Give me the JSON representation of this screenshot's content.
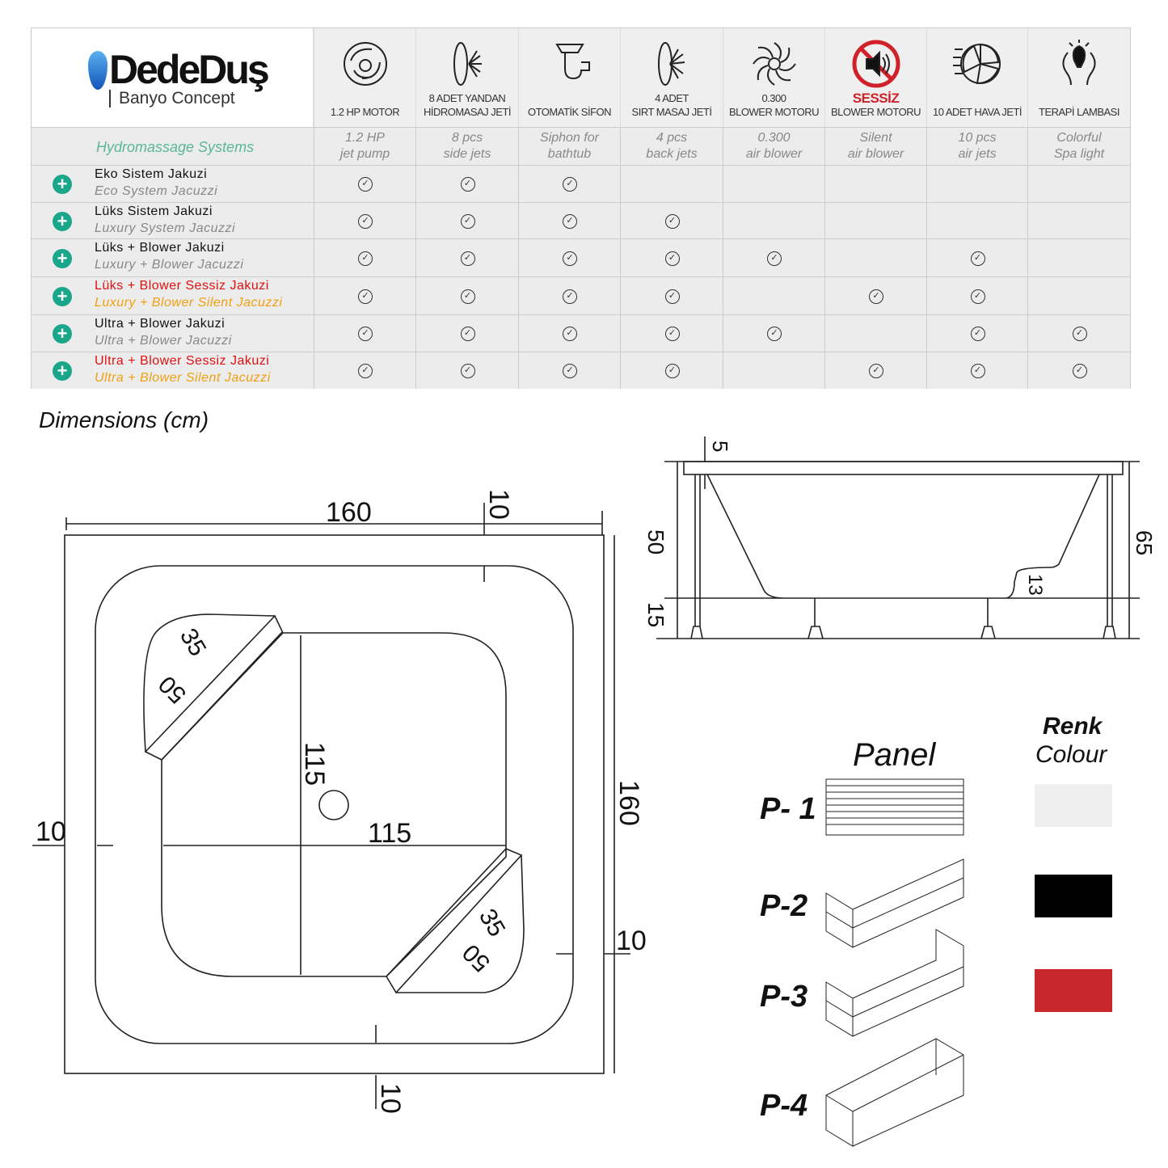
{
  "brand": {
    "name": "DedeDuş",
    "tagline": "Banyo Concept"
  },
  "features": [
    {
      "icon": "motor-icon",
      "tr": "1.2 HP MOTOR",
      "tr_red": "",
      "en1": "1.2 HP",
      "en2": "jet pump"
    },
    {
      "icon": "side-jet-icon",
      "tr": "8 ADET YANDAN\nHİDROMASAJ JETİ",
      "tr_red": "",
      "en1": "8 pcs",
      "en2": "side jets"
    },
    {
      "icon": "siphon-icon",
      "tr": "OTOMATİK SİFON",
      "tr_red": "",
      "en1": "Siphon for",
      "en2": "bathtub"
    },
    {
      "icon": "back-jet-icon",
      "tr": "4 ADET\nSIRT MASAJ JETİ",
      "tr_red": "",
      "en1": "4 pcs",
      "en2": "back jets"
    },
    {
      "icon": "blower-icon",
      "tr": "0.300\nBLOWER MOTORU",
      "tr_red": "",
      "en1": "0.300",
      "en2": "air blower"
    },
    {
      "icon": "silent-icon",
      "tr": "BLOWER MOTORU",
      "tr_red": "SESSİZ",
      "en1": "Silent",
      "en2": "air blower"
    },
    {
      "icon": "air-jet-icon",
      "tr": "10 ADET HAVA JETİ",
      "tr_red": "",
      "en1": "10 pcs",
      "en2": "air jets"
    },
    {
      "icon": "lamp-icon",
      "tr": "TERAPİ LAMBASI",
      "tr_red": "",
      "en1": "Colorful",
      "en2": "Spa light"
    }
  ],
  "systems_label": "Hydromassage Systems",
  "rows": [
    {
      "tr": "Eko Sistem Jakuzi",
      "en": "Eco System Jacuzzi",
      "highlight": false,
      "checks": [
        1,
        1,
        1,
        0,
        0,
        0,
        0,
        0
      ]
    },
    {
      "tr": "Lüks Sistem Jakuzi",
      "en": "Luxury System Jacuzzi",
      "highlight": false,
      "checks": [
        1,
        1,
        1,
        1,
        0,
        0,
        0,
        0
      ]
    },
    {
      "tr": "Lüks + Blower Jakuzi",
      "en": "Luxury + Blower Jacuzzi",
      "highlight": false,
      "checks": [
        1,
        1,
        1,
        1,
        1,
        0,
        1,
        0
      ]
    },
    {
      "tr": "Lüks + Blower Sessiz Jakuzi",
      "en": "Luxury + Blower Silent Jacuzzi",
      "highlight": true,
      "checks": [
        1,
        1,
        1,
        1,
        0,
        1,
        1,
        0
      ]
    },
    {
      "tr": "Ultra + Blower Jakuzi",
      "en": "Ultra + Blower Jacuzzi",
      "highlight": false,
      "checks": [
        1,
        1,
        1,
        1,
        1,
        0,
        1,
        1
      ]
    },
    {
      "tr": "Ultra + Blower Sessiz Jakuzi",
      "en": "Ultra + Blower Silent Jacuzzi",
      "highlight": true,
      "checks": [
        1,
        1,
        1,
        1,
        0,
        1,
        1,
        1
      ]
    }
  ],
  "dimensions": {
    "title": "Dimensions (cm)",
    "plan": {
      "width": "160",
      "depth": "160",
      "inner_w": "115",
      "inner_d": "115",
      "seat_a": "35",
      "seat_b": "50",
      "seat_c": "35",
      "seat_d": "50",
      "margin_top": "10",
      "margin_left": "10",
      "margin_right": "10",
      "margin_bottom": "10"
    },
    "side": {
      "rim": "5",
      "tub": "50",
      "legs": "15",
      "total": "65",
      "step": "13"
    }
  },
  "panel": {
    "title": "Panel",
    "items": [
      "P- 1",
      "P-2",
      "P-3",
      "P-4"
    ]
  },
  "colour": {
    "title_tr": "Renk",
    "title_en": "Colour",
    "swatches": [
      "#efefef",
      "#000000",
      "#c8282c"
    ]
  }
}
